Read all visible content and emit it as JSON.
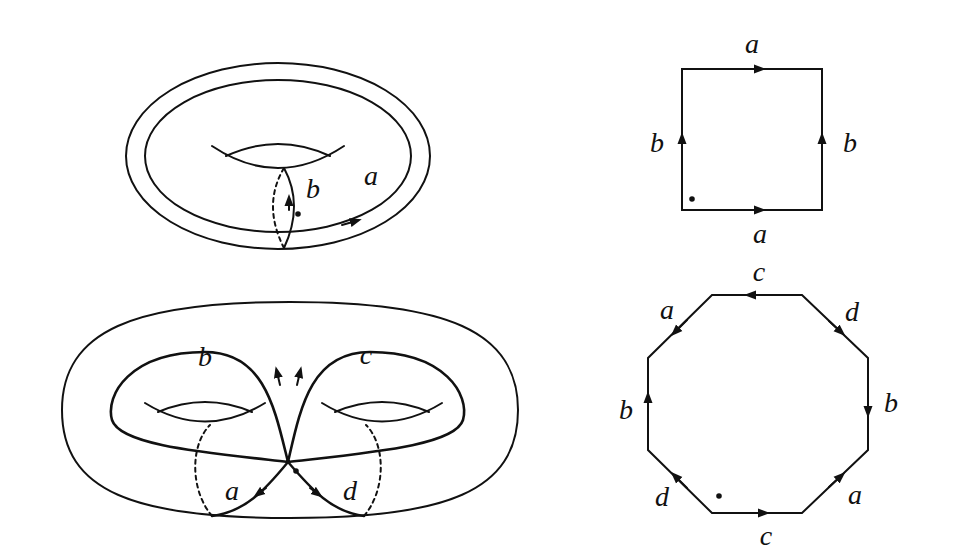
{
  "diagram": {
    "labels": [
      "b",
      "a",
      "a",
      "b",
      "b",
      "a",
      "b",
      "c",
      "a",
      "d",
      "c",
      "d",
      "b",
      "a",
      "c",
      "d",
      "b",
      "a"
    ]
  }
}
